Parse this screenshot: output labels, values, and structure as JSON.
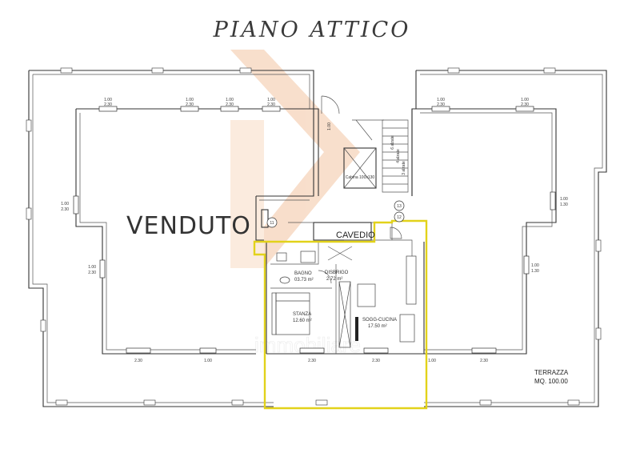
{
  "title": "PIANO ATTICO",
  "sold_label": "VENDUTO",
  "rooms": {
    "cavedio": "CAVEDIO",
    "bagno": "BAGNO",
    "bagno_area": "03.73 m²",
    "disbrigo": "DISBRIGO",
    "disbrigo_area": "2.72 m²",
    "stanza": "STANZA",
    "stanza_area": "12.60 m²",
    "soggiorno": "SOGG-CUCINA",
    "soggiorno_area": "17.50 m²",
    "terrazza": "TERRAZZA",
    "terrazza_area": "MQ. 100.00"
  },
  "stair_label": "Cabina 100x130",
  "stair_steps": [
    "6 alzate",
    "4 alzate",
    "3 alzate"
  ],
  "markers": [
    "11",
    "12",
    "13"
  ],
  "window_dims": {
    "top": [
      "1.00",
      "2.30"
    ],
    "side_left": [
      "1.00",
      "2.30"
    ],
    "side_right": [
      "1.00",
      "1.30"
    ],
    "bottom": [
      "2.30",
      "1.00"
    ]
  },
  "colors": {
    "highlight": "#e2d21a",
    "watermark": "#f3c4a2",
    "line": "#333333"
  }
}
